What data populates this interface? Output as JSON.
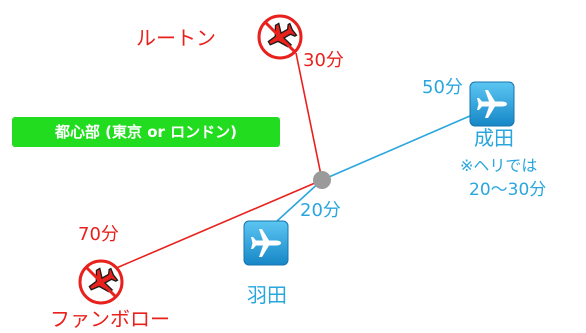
{
  "center": {
    "label": "都心部 (東京 or ロンドン)"
  },
  "airports": {
    "luton": {
      "name": "ルートン",
      "time": "30分",
      "icon": "plane-prohibited-icon"
    },
    "farnborough": {
      "name": "ファンボロー",
      "time": "70分",
      "icon": "plane-prohibited-icon"
    },
    "narita": {
      "name": "成田",
      "time": "50分",
      "note_line1": "※ヘリでは",
      "note_line2": "20〜30分",
      "icon": "airplane-icon"
    },
    "haneda": {
      "name": "羽田",
      "time": "20分",
      "icon": "airplane-icon"
    }
  },
  "colors": {
    "uk_route": "#e8211d",
    "japan_route": "#2aa6de",
    "center_badge": "#22dd1f",
    "hub": "#9a9a9a"
  }
}
